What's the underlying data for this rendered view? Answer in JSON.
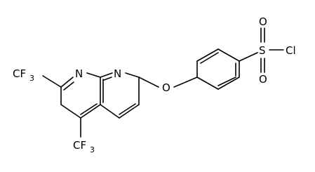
{
  "diagram": {
    "type": "chemical-structure",
    "atom_labels": {
      "n_left": "N",
      "n_right": "N",
      "ether_o": "O",
      "sulfur": "S",
      "sulfonyl_o_top": "O",
      "sulfonyl_o_bottom": "O",
      "chlorine": "Cl",
      "cf3_left": "CF",
      "cf3_left_sub": "3",
      "cf3_bottom": "CF",
      "cf3_bottom_sub": "3"
    },
    "colors": {
      "line": "#000000",
      "background": "#ffffff"
    }
  }
}
